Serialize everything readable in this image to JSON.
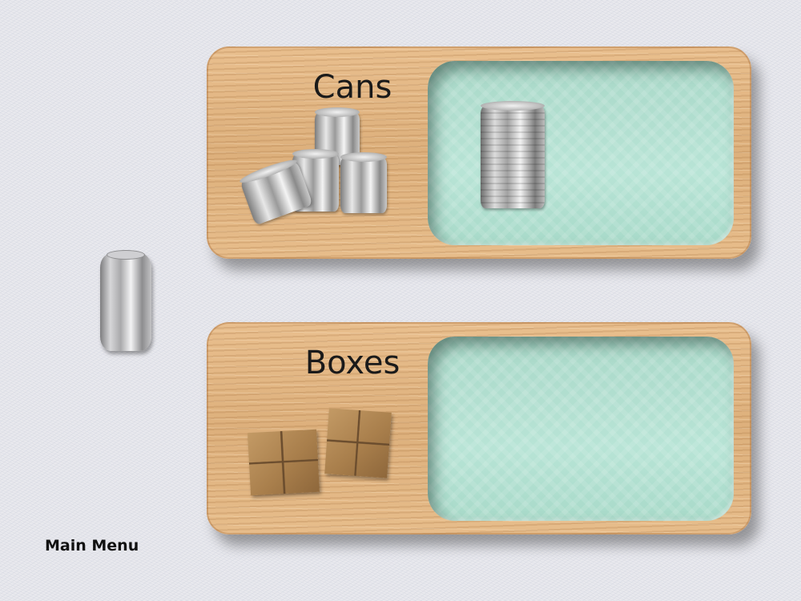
{
  "bins": [
    {
      "id": "cans",
      "label": "Cans",
      "contains": [
        "steel-can"
      ]
    },
    {
      "id": "boxes",
      "label": "Boxes",
      "contains": []
    }
  ],
  "draggable_item": "soda-can",
  "menu": {
    "main_menu_label": "Main Menu"
  }
}
